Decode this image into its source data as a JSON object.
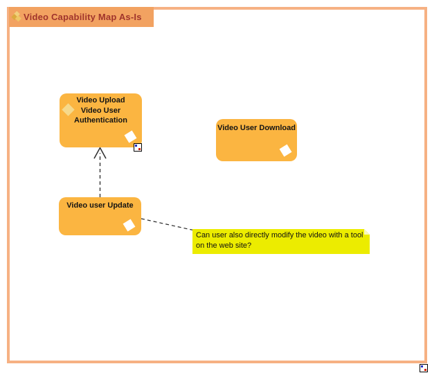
{
  "window": {
    "title": "Video Capability Map As-Is"
  },
  "colors": {
    "frame_border": "#F6B183",
    "title_bar_bg": "#F2A261",
    "title_text": "#A0342C",
    "capability_fill": "#FBB541",
    "capability_icon": "#FFFFFF",
    "nested_icon": "#F6D98B",
    "note_fill": "#ECEC00",
    "connector": "#444444"
  },
  "capabilities": [
    {
      "label": "Video Upload"
    },
    {
      "label": "Video User Authentication"
    },
    {
      "label": "Video User Download"
    },
    {
      "label": "Video user Update"
    }
  ],
  "note": {
    "text": "Can user also directly modify the video with a tool on the web site?"
  },
  "relationships": [
    {
      "from": "Video user Update",
      "to": "Video Upload",
      "type": "dashed-arrow-up"
    },
    {
      "from": "Video user Update",
      "to": "note",
      "type": "dashed-line"
    }
  ],
  "icons": {
    "title_icon": "capability-map-diamonds",
    "box_icon": "capability-diamond",
    "marker_icon": "blue-red-marker"
  }
}
